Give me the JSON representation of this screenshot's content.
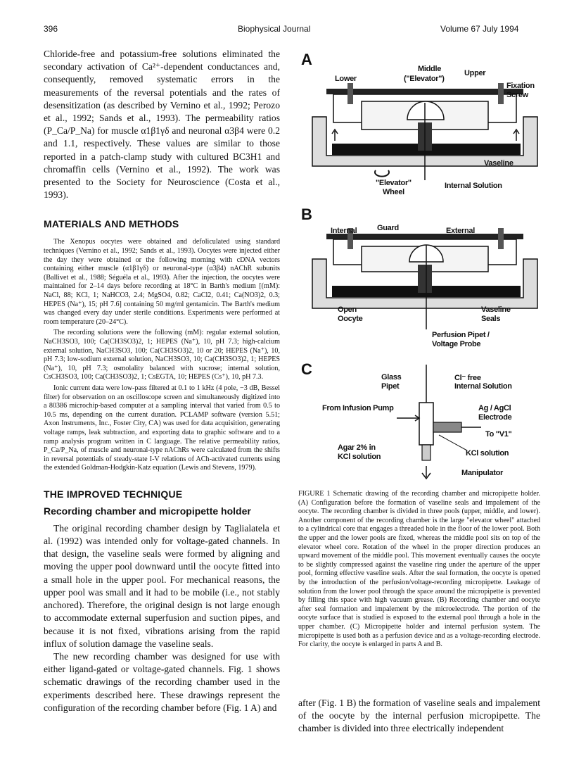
{
  "header": {
    "page_number": "396",
    "journal": "Biophysical Journal",
    "volume": "Volume 67   July 1994"
  },
  "intro_paragraph": "Chloride-free and potassium-free solutions eliminated the secondary activation of Ca²⁺-dependent conductances and, consequently, removed systematic errors in the measurements of the reversal potentials and the rates of desensitization (as described by Vernino et al., 1992; Perozo et al., 1992; Sands et al., 1993). The permeability ratios (P_Ca/P_Na) for muscle α1β1γδ and neuronal α3β4 were 0.2 and 1.1, respectively. These values are similar to those reported in a patch-clamp study with cultured BC3H1 and chromaffin cells (Vernino et al., 1992). The work was presented to the Society for Neuroscience (Costa et al., 1993).",
  "methods": {
    "heading": "MATERIALS AND METHODS",
    "p1": "The Xenopus oocytes were obtained and defoliculated using standard techniques (Vernino et al., 1992; Sands et al., 1993). Oocytes were injected either the day they were obtained or the following morning with cDNA vectors containing either muscle (α1β1γδ) or neuronal-type (α3β4) nAChR subunits (Ballivet et al., 1988; Séguéla et al., 1993). After the injection, the oocytes were maintained for 2–14 days before recording at 18°C in Barth's medium [(mM): NaCl, 88; KCl, 1; NaHCO3, 2.4; MgSO4, 0.82; CaCl2, 0.41; Ca(NO3)2, 0.3; HEPES (Na⁺), 15; pH 7.6] containing 50 mg/ml gentamicin. The Barth's medium was changed every day under sterile conditions. Experiments were performed at room temperature (20–24°C).",
    "p2": "The recording solutions were the following (mM): regular external solution, NaCH3SO3, 100; Ca(CH3SO3)2, 1; HEPES (Na⁺), 10, pH 7.3; high-calcium external solution, NaCH3SO3, 100; Ca(CH3SO3)2, 10 or 20; HEPES (Na⁺), 10, pH 7.3; low-sodium external solution, NaCH3SO3, 10; Ca(CH3SO3)2, 1; HEPES (Na⁺), 10, pH 7.3; osmolality balanced with sucrose; internal solution, CsCH3SO3, 100; Ca(CH3SO3)2, 1; CsEGTA, 10; HEPES (Cs⁺), 10, pH 7.3.",
    "p3": "Ionic current data were low-pass filtered at 0.1 to 1 kHz (4 pole, −3 dB, Bessel filter) for observation on an oscilloscope screen and simultaneously digitized into a 80386 microchip-based computer at a sampling interval that varied from 0.5 to 10.5 ms, depending on the current duration. PCLAMP software (version 5.51; Axon Instruments, Inc., Foster City, CA) was used for data acquisition, generating voltage ramps, leak subtraction, and exporting data to graphic software and to a ramp analysis program written in C language. The relative permeability ratios, P_Ca/P_Na, of muscle and neuronal-type nAChRs were calculated from the shifts in reversal potentials of steady-state I-V relations of ACh-activated currents using the extended Goldman-Hodgkin-Katz equation (Lewis and Stevens, 1979)."
  },
  "technique": {
    "heading": "THE IMPROVED TECHNIQUE",
    "subheading": "Recording chamber and micropipette holder",
    "p1": "The original recording chamber design by Taglialatela et al. (1992) was intended only for voltage-gated channels. In that design, the vaseline seals were formed by aligning and moving the upper pool downward until the oocyte fitted into a small hole in the upper pool. For mechanical reasons, the upper pool was small and it had to be mobile (i.e., not stably anchored). Therefore, the original design is not large enough to accommodate external superfusion and suction pipes, and because it is not fixed, vibrations arising from the rapid influx of solution damage the vaseline seals.",
    "p2": "The new recording chamber was designed for use with either ligand-gated or voltage-gated channels. Fig. 1 shows schematic drawings of the recording chamber used in the experiments described here. These drawings represent the configuration of the recording chamber before (Fig. 1 A) and"
  },
  "figure": {
    "panel_a": {
      "letter": "A",
      "lower": "Lower",
      "middle_1": "Middle",
      "middle_2": "(\"Elevator\")",
      "upper": "Upper",
      "fixation_1": "Fixation",
      "fixation_2": "Screw",
      "vaseline": "Vaseline",
      "elevator_1": "\"Elevator\"",
      "elevator_2": "Wheel",
      "internal_solution": "Internal Solution"
    },
    "panel_b": {
      "letter": "B",
      "internal": "Internal",
      "guard": "Guard",
      "external": "External",
      "open_1": "Open",
      "open_2": "Oocyte",
      "vaseline_1": "Vaseline",
      "vaseline_2": "Seals",
      "perfusion_1": "Perfusion Pipet /",
      "perfusion_2": "Voltage Probe"
    },
    "panel_c": {
      "letter": "C",
      "glass_1": "Glass",
      "glass_2": "Pipet",
      "cl_1": "Cl⁻ free",
      "cl_2": "Internal Solution",
      "infusion": "From Infusion Pump",
      "agcl_1": "Ag / AgCl",
      "agcl_2": "Electrode",
      "to_v1": "To \"V1\"",
      "agar_1": "Agar 2% in",
      "agar_2": "KCl solution",
      "kcl": "KCl solution",
      "manipulator": "Manipulator"
    },
    "caption": "FIGURE 1  Schematic drawing of the recording chamber and micropipette holder. (A) Configuration before the formation of vaseline seals and impalement of the oocyte. The recording chamber is divided in three pools (upper, middle, and lower). Another component of the recording chamber is the large \"elevator wheel\" attached to a cylindrical core that engages a threaded hole in the floor of the lower pool. Both the upper and the lower pools are fixed, whereas the middle pool sits on top of the elevator wheel core. Rotation of the wheel in the proper direction produces an upward movement of the middle pool. This movement eventually causes the oocyte to be slightly compressed against the vaseline ring under the aperture of the upper pool, forming effective vaseline seals. After the seal formation, the oocyte is opened by the introduction of the perfusion/voltage-recording micropipette. Leakage of solution from the lower pool through the space around the micropipette is prevented by filling this space with high vacuum grease. (B) Recording chamber and oocyte after seal formation and impalement by the microelectrode. The portion of the oocyte surface that is studied is exposed to the external pool through a hole in the upper chamber. (C) Micropipette holder and internal perfusion system. The micropipette is used both as a perfusion device and as a voltage-recording electrode. For clarity, the oocyte is enlarged in parts A and B."
  },
  "right_tail": "after (Fig. 1 B) the formation of vaseline seals and impalement of the oocyte by the internal perfusion micropipette. The chamber is divided into three electrically independent"
}
